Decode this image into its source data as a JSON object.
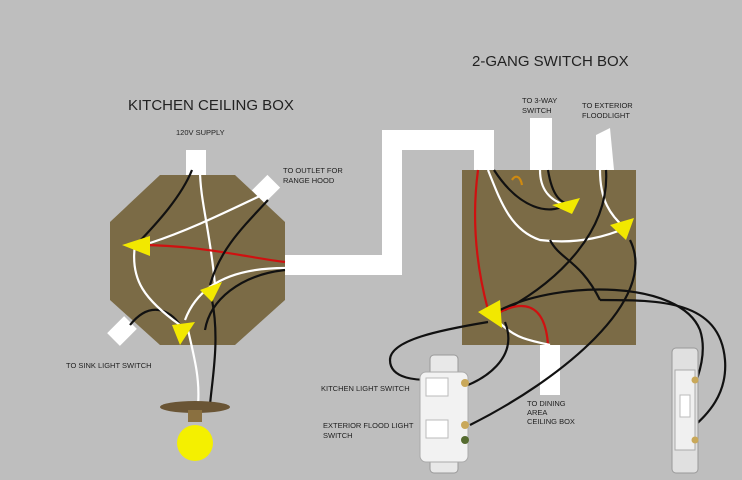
{
  "titles": {
    "ceiling_box": "KITCHEN CEILING BOX",
    "switch_box": "2-GANG SWITCH BOX"
  },
  "labels": {
    "supply": "120V SUPPLY",
    "outlet_line1": "TO OUTLET FOR",
    "outlet_line2": "RANGE HOOD",
    "sink_switch": "TO SINK LIGHT SWITCH",
    "three_way_line1": "TO 3-WAY",
    "three_way_line2": "SWITCH",
    "exterior_line1": "TO EXTERIOR",
    "exterior_line2": "FLOODLIGHT",
    "kitchen_switch": "KITCHEN LIGHT SWITCH",
    "flood_switch_line1": "EXTERIOR FLOOD LIGHT",
    "flood_switch_line2": "SWITCH",
    "dining_line1": "TO DINING",
    "dining_line2": "AREA",
    "dining_line3": "CEILING BOX"
  },
  "colors": {
    "background": "#bebebe",
    "box": "#7b6b46",
    "wire_nut": "#f2e800",
    "hot_wire": "#d01010",
    "bulb": "#f4f000"
  }
}
